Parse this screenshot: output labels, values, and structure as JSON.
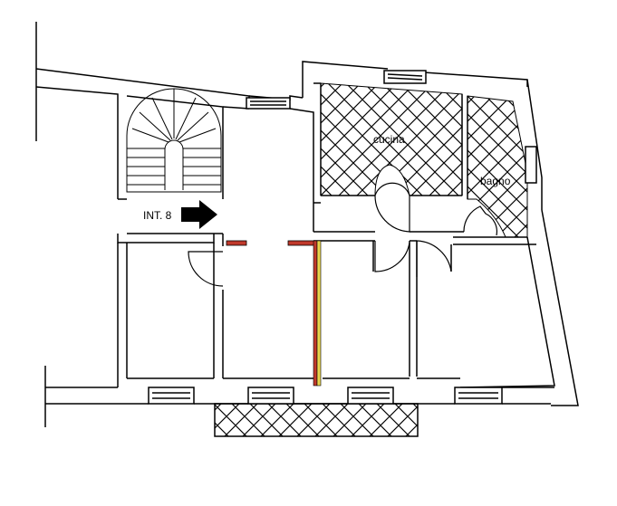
{
  "labels": {
    "kitchen": "cucina",
    "bathroom": "bagno",
    "entrance": "INT. 8"
  },
  "colors": {
    "wall": "#000000",
    "hatch": "#000000",
    "new_wall_red": "#c0392b",
    "new_wall_yellow": "#e8d44d",
    "background": "#ffffff"
  }
}
